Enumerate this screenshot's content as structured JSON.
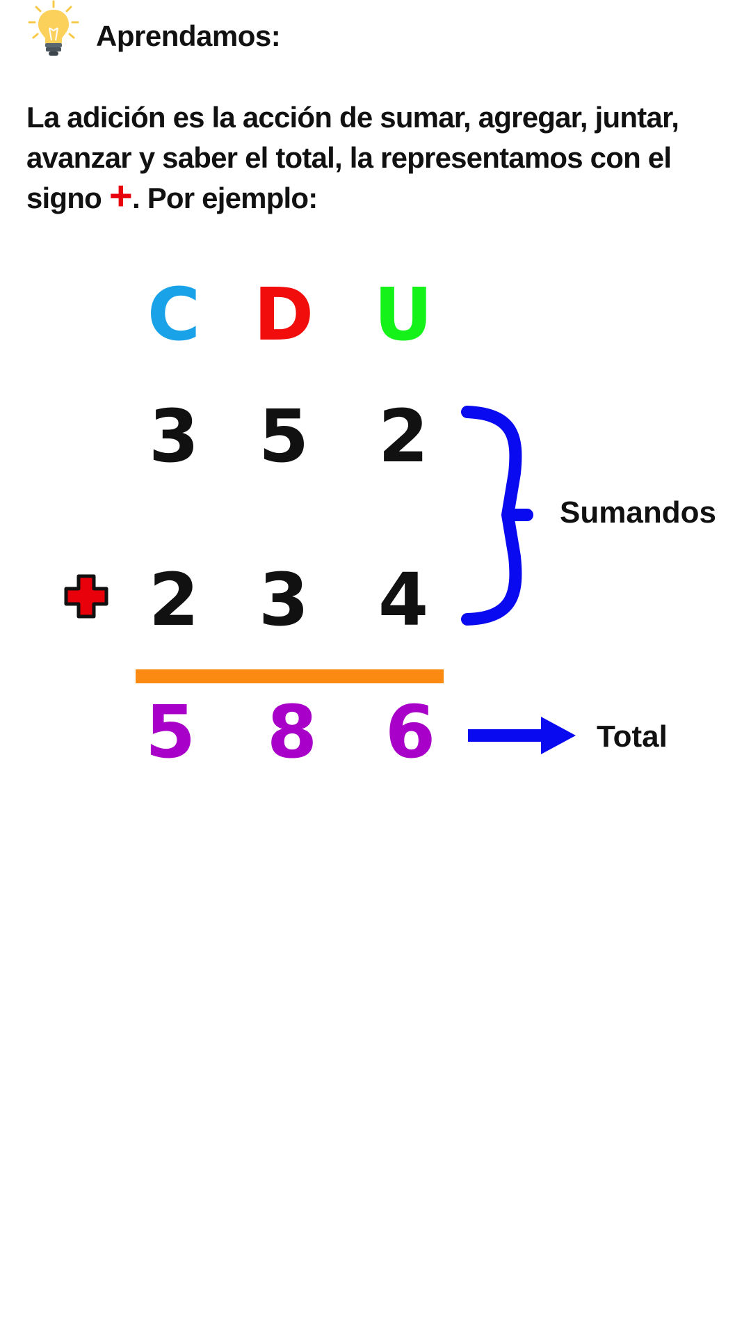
{
  "header": {
    "title": "Aprendamos:",
    "icon": "lightbulb-icon"
  },
  "intro": {
    "text_before": "La adición es la acción de sumar, agregar, juntar, avanzar y saber el total, la representamos con el signo ",
    "sign": "+",
    "text_after": ". Por ejemplo:"
  },
  "example": {
    "columns": [
      {
        "label": "C",
        "color": "#19a2e8"
      },
      {
        "label": "D",
        "color": "#f20d0d"
      },
      {
        "label": "U",
        "color": "#14f21a"
      }
    ],
    "addend1": [
      "3",
      "5",
      "2"
    ],
    "addend2": [
      "2",
      "3",
      "4"
    ],
    "total": [
      "5",
      "8",
      "6"
    ],
    "total_color": "#a800c8",
    "operator_color": "#e8000b",
    "underline_color": "#fb8a12",
    "brace_color": "#0a0af0",
    "arrow_color": "#0a0af0",
    "addends_label": "Sumandos",
    "total_label": "Total"
  }
}
